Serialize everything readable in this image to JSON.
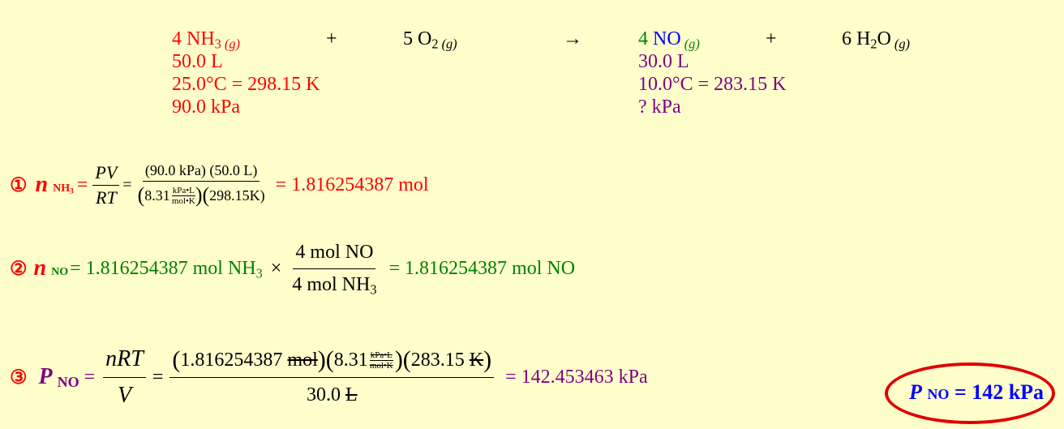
{
  "equation": {
    "r1_coef": "4 NH",
    "r1_sub": "3",
    "r1_state": "(g)",
    "plus1": "+",
    "r2": "5 O",
    "r2_sub": "2",
    "r2_state": "(g)",
    "arrow": "→",
    "p1_coef": "4 ",
    "p1_species": "NO",
    "p1_state": "(g)",
    "plus2": "+",
    "p2": "6 H",
    "p2_sub": "2",
    "p2_mid": "O",
    "p2_state": "(g)"
  },
  "nh3_conditions": [
    "50.0 L",
    "25.0°C = 298.15 K",
    "90.0 kPa"
  ],
  "no_conditions": [
    "30.0 L",
    "10.0°C = 283.15 K",
    "? kPa"
  ],
  "step1": {
    "marker": "①",
    "var": "n",
    "var_sub": "NH",
    "var_sub2": "3",
    "eq": "=",
    "frac_num": "PV",
    "frac_den": "RT",
    "eq2": "=",
    "num": "(90.0 kPa) (50.0 L)",
    "den_a": "8.31",
    "unit_num": "kPa•L",
    "unit_den": "mol•K",
    "den_b": "298.15K",
    "result": "= 1.816254387 mol"
  },
  "step2": {
    "marker": "②",
    "var": "n",
    "var_sub": "NO",
    "lhs": "= 1.816254387 mol NH",
    "lhs_sub": "3",
    "times": "×",
    "num": "4 mol NO",
    "den": "4 mol NH",
    "den_sub": "3",
    "result": "= 1.816254387 mol NO"
  },
  "step3": {
    "marker": "③",
    "var": "P",
    "var_sub": "NO",
    "eq": "=",
    "frac_num": "nRT",
    "frac_den": "V",
    "eq2": "=",
    "num_a": "1.816254387",
    "num_mol": "mol",
    "num_b": "8.31",
    "unit_num": "kPa•L",
    "unit_den": "mol•K",
    "num_c": "283.15",
    "num_k": "K",
    "den_val": "30.0",
    "den_l": "L",
    "result": "= 142.453463 kPa",
    "final_var": "P",
    "final_sub": "NO",
    "final_val": "= 142 kPa"
  }
}
